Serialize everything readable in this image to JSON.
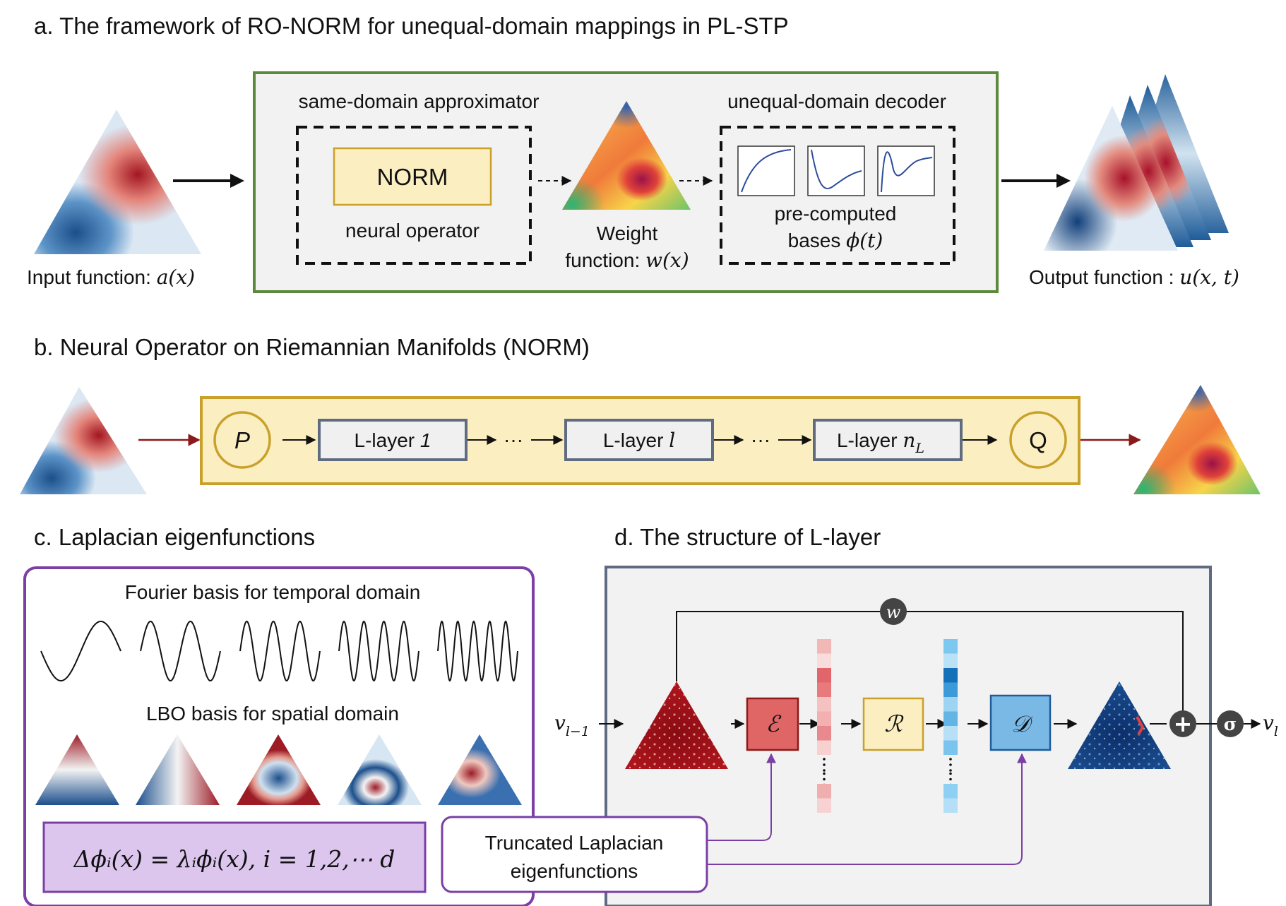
{
  "panel_a": {
    "title": "a. The framework of RO-NORM for unequal-domain mappings in PL-STP",
    "input_label": "Input function: ",
    "input_math": "a(x)",
    "approx_label": "same-domain approximator",
    "norm_box": "NORM",
    "neural_operator": "neural operator",
    "weight_line1": "Weight",
    "weight_line2": "function: ",
    "weight_math": "w(x)",
    "decoder_label": "unequal-domain decoder",
    "bases_line1": "pre-computed",
    "bases_line2": "bases ",
    "bases_math": "ϕ(t)",
    "output_label": "Output function : ",
    "output_math": "u(x, t)"
  },
  "panel_b": {
    "title": "b. Neural Operator on Riemannian Manifolds (NORM)",
    "p_label": "P",
    "q_label": "Q",
    "layer1_text": "L-layer ",
    "layer1_idx": "1",
    "layerl_text": "L-layer ",
    "layerl_idx": "l",
    "layern_text": "L-layer ",
    "layern_idx": "n",
    "layern_sub": "L",
    "dots": "···"
  },
  "panel_c": {
    "title": "c. Laplacian eigenfunctions",
    "fourier_label": "Fourier basis for temporal domain",
    "lbo_label": "LBO basis for spatial domain",
    "equation": "Δϕᵢ(x) = λᵢϕᵢ(x), i = 1,2,⋯ d"
  },
  "panel_d": {
    "title": "d. The structure of L-layer",
    "w_label": "w",
    "v_in": "v",
    "v_in_sub": "l−1",
    "v_out": "v",
    "v_out_sub": "l",
    "encoder": "ℰ",
    "reducer": "ℛ",
    "decoder": "𝒟",
    "plus": "+",
    "sigma": "σ",
    "trunc_line1": "Truncated Laplacian",
    "trunc_line2": "eigenfunctions"
  },
  "colors": {
    "green_border": "#5b8a3c",
    "yellow_fill": "#fbeec0",
    "yellow_border": "#c9a02a",
    "purple": "#7b3fa6",
    "purple_fill": "#dcc6ee",
    "slate": "#5f6b80",
    "dark_red": "#8b1a1a",
    "encoder_red": "#e06666",
    "decoder_blue": "#7ab8e6"
  }
}
